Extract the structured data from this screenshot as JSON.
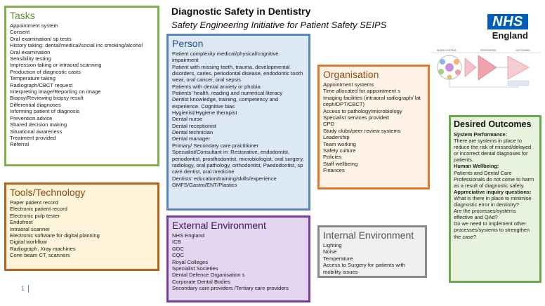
{
  "header": {
    "title": "Diagnostic Safety in Dentistry",
    "subtitle": "Safety Engineering Initiative for Patient Safety SEIPS"
  },
  "logo": {
    "mark": "NHS",
    "region": "England",
    "color": "#005eb8"
  },
  "seips_diagram": {
    "labels": [
      "WORK SYSTEM",
      "PROCESSES",
      "OUTCOMES"
    ]
  },
  "tasks": {
    "title": "Tasks",
    "items": [
      "Appointment system",
      "Consent",
      "Oral examination/ sp tests",
      "History taking: dental/medical/social inc smoking/alcohol",
      "Oral examination",
      "Sensibility testing",
      "Impression taking or intraoral scanning",
      "Production of diagnostic casts",
      "Temperature taking",
      "Radiograph/CBCT request",
      "Interpreting image/Reporting on image",
      "Biopsy/Reviewing biopsy  result",
      "Differential diagnoses",
      "Informing patient of diagnosis",
      "Prevention advice",
      "Shared decision  making",
      "Situational awareness",
      "Treatment provided",
      "Referral"
    ]
  },
  "tools": {
    "title": "Tools/Technology",
    "items": [
      "Paper patient record",
      "Electronic patient record",
      "Electronic pulp tester",
      "Endofrost",
      "Intraoral scanner",
      "Electronic software for digital planning",
      "Digital workflow",
      "Radiograph, Xray machines",
      "Cone beam CT, scanners"
    ]
  },
  "person": {
    "title": "Person",
    "items": [
      "Patient complexity medical/physical/cognitive impairment",
      "Patient with missing teeth, trauma, developmental disorders, caries, periodontal disease, endodontic tooth wear, oral cancer, oral sepsis",
      "Patients with dental anxiety or phobia",
      "Patients' health, reading and numerical literacy",
      "Dentist knowledge, training, competency and experience.  Cognitive bias",
      "Hygienist/Hygiene  therapist",
      "Dental nurse",
      "Dental receptionist",
      "Dental technician",
      "Dental manager",
      "Primary/ Secondary care practitioner",
      "Specialist/Consultant in: Restorative, endodontist, periodontist, prosthodontist, microbiologist, oral surgery, radiology, oral pathology, orthodontist, Paedodontist, sp care dentist, oral medicine",
      "Dentists' education/training/skills/experience",
      "OMFS/Gastro/ENT/Plastics"
    ]
  },
  "external": {
    "title": "External Environment",
    "items": [
      "NHS England",
      "ICB",
      "GDC",
      "CQC",
      "Royal Colleges",
      "Specialist Societies",
      "Dental Defence Organisation s",
      "Corporate Dental Bodies",
      "Secondary care providers /Tertiary care providers"
    ]
  },
  "organisation": {
    "title": "Organisation",
    "items": [
      "Appointment  systems",
      "Time allocated for appointment s",
      "Imaging facilities (intraoral radiograph/ lat ceph/DPT/CBCT)",
      "Access to pathology/microbiology",
      "Specialist services provided",
      "CPD",
      "Study clubs/peer review systems",
      "Leadership",
      "Team  working",
      "Safety culture",
      "Policies",
      "Staff wellbeing",
      "Finances"
    ]
  },
  "internal": {
    "title": "Internal Environment",
    "items": [
      "Lighting",
      "Noise",
      "Temperature",
      "Access to Surgery for patients with mobility issues"
    ]
  },
  "outcomes": {
    "title": "Desired Outcomes",
    "system_heading": "System Performance:",
    "system_text": "There are systems in place to reduce the risk of missed/delayed or incorrect dental diagnoses for patients.",
    "wellbeing_heading": "Human Wellbeing:",
    "wellbeing_text": "Patients and Dental Care Professionals do not come to harm as a result of diagnostic safety.",
    "inquiry_heading": "Appreciative inquiry questions:",
    "inquiry_items": [
      "What is there in place to minimise diagnostic error in dentistry?",
      "Are the processes/systems effective and QAd?",
      "Do we need to implement other processes/systems to strengthen the case?"
    ]
  },
  "footer": {
    "page_number": "1"
  },
  "colors": {
    "tasks": "#7db14a",
    "tools": "#b5651d",
    "person": "#5a87c2",
    "external": "#7a3f9e",
    "organisation": "#e07b2e",
    "internal": "#8a8a8a",
    "outcomes": "#6aa84f",
    "arrow": "#f0a3ad"
  }
}
